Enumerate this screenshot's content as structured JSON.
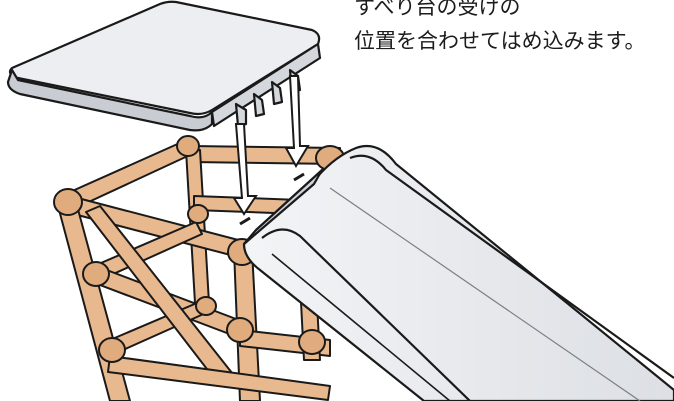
{
  "caption": {
    "line1": "すべり台の受けの",
    "line2": "位置を合わせてはめ込みます。"
  },
  "colors": {
    "frame_fill": "#e8b98e",
    "frame_shade": "#d9a271",
    "joint_fill": "#e0ac7e",
    "slide_fill": "#e4e6ea",
    "deck_fill": "#e4e6ea",
    "outline": "#1a1a1a",
    "arrow": "#1a1a1a"
  },
  "illustration": {
    "parts": [
      "top-deck-panel",
      "climbing-frame",
      "slide"
    ],
    "arrow_count": 2,
    "icons": [
      "down-arrow-icon",
      "down-arrow-icon"
    ]
  }
}
